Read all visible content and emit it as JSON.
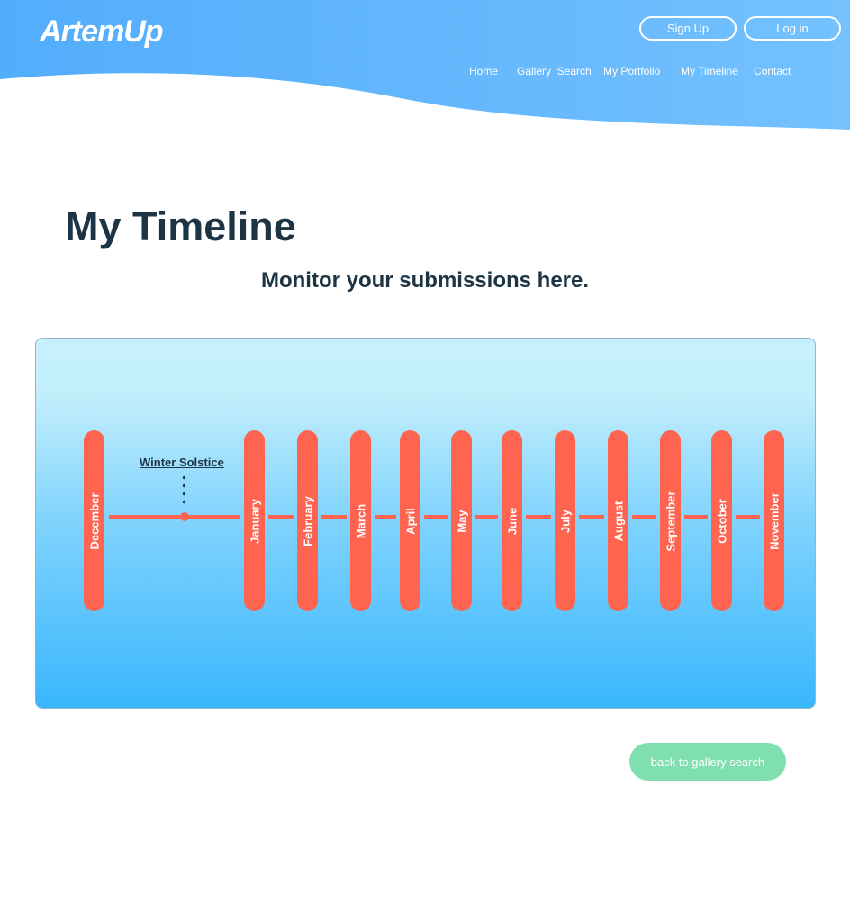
{
  "header": {
    "logo": "ArtemUp",
    "sign_up": "Sign Up",
    "log_in": "Log in",
    "nav": [
      "Home",
      "Gallery  Search",
      "My Portfolio",
      "My Timeline",
      "Contact"
    ]
  },
  "page": {
    "title": "My Timeline",
    "subtitle": "Monitor your submissions here."
  },
  "timeline": {
    "months": [
      "December",
      "January",
      "February",
      "March",
      "April",
      "May",
      "June",
      "July",
      "August",
      "September",
      "October",
      "November"
    ],
    "event": {
      "label": "Winter Solstice",
      "month": "December"
    }
  },
  "back_button": "back to gallery search",
  "colors": {
    "header": "#55b0fb",
    "pill": "#fe6450",
    "button": "#80dfae",
    "text": "#1d3445"
  }
}
